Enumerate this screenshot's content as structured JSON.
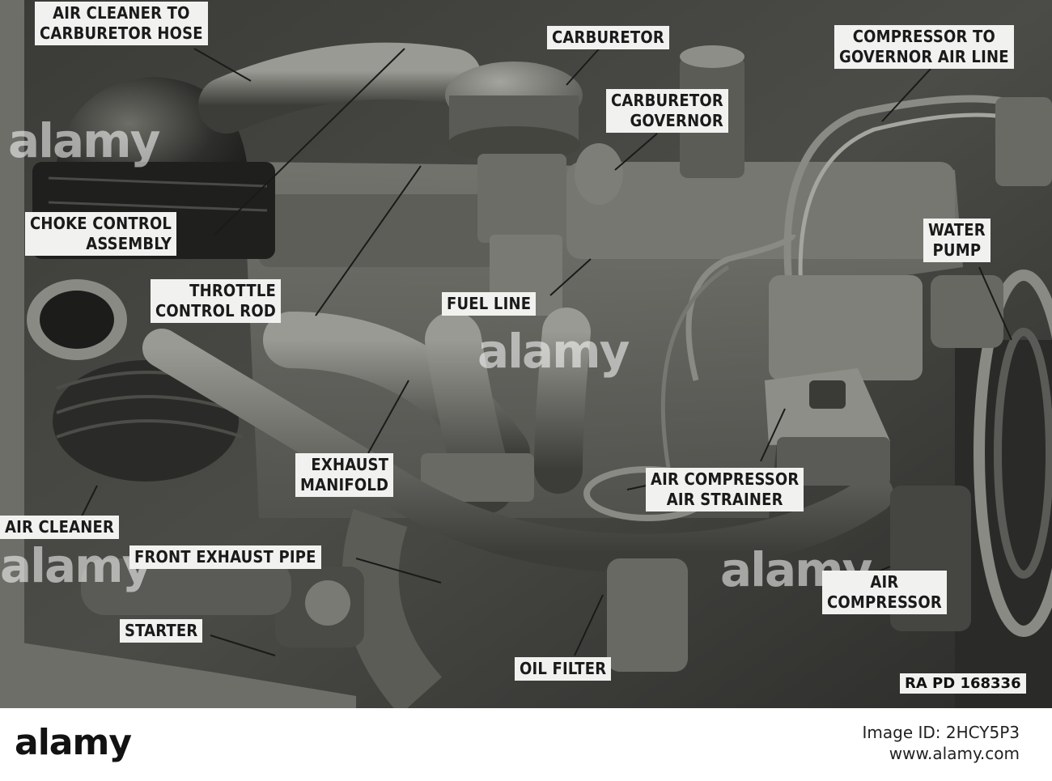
{
  "callouts": {
    "air_cleaner_hose": [
      "AIR CLEANER TO",
      "CARBURETOR HOSE"
    ],
    "carburetor": "CARBURETOR",
    "compressor_gov_line": [
      "COMPRESSOR TO",
      "GOVERNOR AIR LINE"
    ],
    "carb_governor": [
      "CARBURETOR",
      "GOVERNOR"
    ],
    "choke_control": [
      "CHOKE CONTROL",
      "ASSEMBLY"
    ],
    "water_pump": [
      "WATER",
      "PUMP"
    ],
    "throttle_rod": [
      "THROTTLE",
      "CONTROL ROD"
    ],
    "fuel_line": "FUEL LINE",
    "exhaust_manifold": [
      "EXHAUST",
      "MANIFOLD"
    ],
    "air_strainer": [
      "AIR COMPRESSOR",
      "AIR STRAINER"
    ],
    "air_cleaner": "AIR CLEANER",
    "front_exhaust_pipe": "FRONT EXHAUST PIPE",
    "air_compressor": [
      "AIR",
      "COMPRESSOR"
    ],
    "starter": "STARTER",
    "oil_filter": "OIL FILTER"
  },
  "reference": "RA PD 168336",
  "watermark": {
    "logo": "alamy",
    "id_line1": "Image ID: 2HCY5P3",
    "id_line2": "www.alamy.com"
  },
  "colors": {
    "label_bg": "#f1f1ef",
    "photo_dark": "#2a2a28",
    "photo_light": "#8c8c86"
  }
}
